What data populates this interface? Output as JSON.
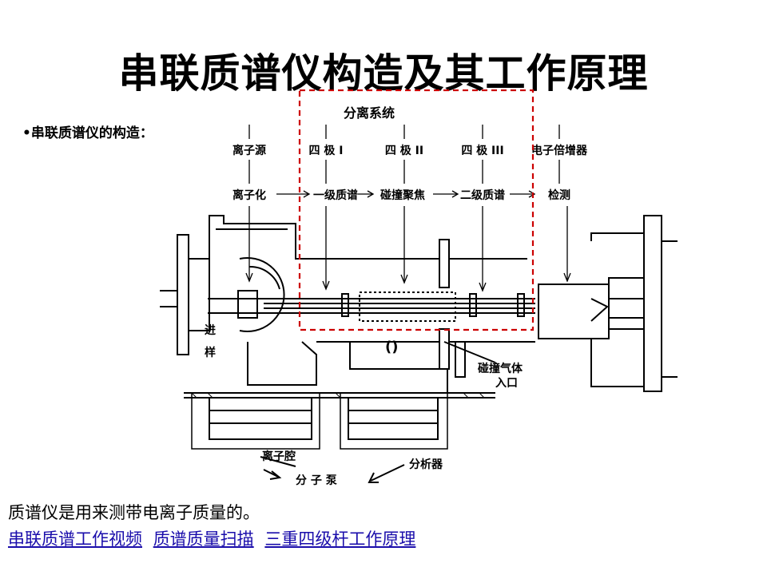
{
  "slide": {
    "title": "串联质谱仪构造及其工作原理",
    "bullet": "•串联质谱仪的构造：",
    "caption": "质谱仪是用来测带电离子质量的。",
    "links": [
      "串联质谱工作视频",
      "质谱质量扫描",
      "三重四级杆工作原理"
    ]
  },
  "diagram": {
    "box_label": "分离系统",
    "stages": [
      "离子源",
      "四 极 I",
      "四 极 II",
      "四 极 III",
      "电子倍增器"
    ],
    "process": [
      "离子化",
      "一级质谱",
      "碰撞聚焦",
      "二级质谱",
      "检测"
    ],
    "inlet": [
      "进",
      "样"
    ],
    "symbol": "()",
    "gas_inlet": [
      "碰撞气体",
      "入口"
    ],
    "ion_chamber": "离子腔",
    "analyzer": "分析器",
    "pump": "分 子 泵"
  },
  "colors": {
    "box_border": "#cc0000",
    "link": "#1a0dab"
  }
}
